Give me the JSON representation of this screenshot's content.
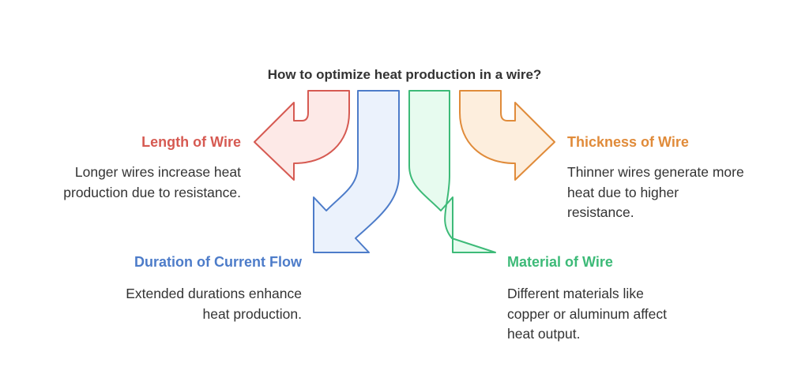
{
  "title": "How to optimize heat production in a wire?",
  "colors": {
    "red": "#d65a52",
    "blue": "#4d7cc9",
    "green": "#3dba78",
    "orange": "#e08b3a"
  },
  "items": [
    {
      "heading": "Length of Wire",
      "lines": [
        "Longer wires increase heat",
        "production due to resistance."
      ]
    },
    {
      "heading": "Thickness of Wire",
      "lines": [
        "Thinner wires generate more",
        "heat due to higher",
        "resistance."
      ]
    },
    {
      "heading": "Duration of Current Flow",
      "lines": [
        "Extended durations enhance",
        "heat production."
      ]
    },
    {
      "heading": "Material of Wire",
      "lines": [
        "Different materials like",
        "copper or aluminum affect",
        "heat output."
      ]
    }
  ]
}
